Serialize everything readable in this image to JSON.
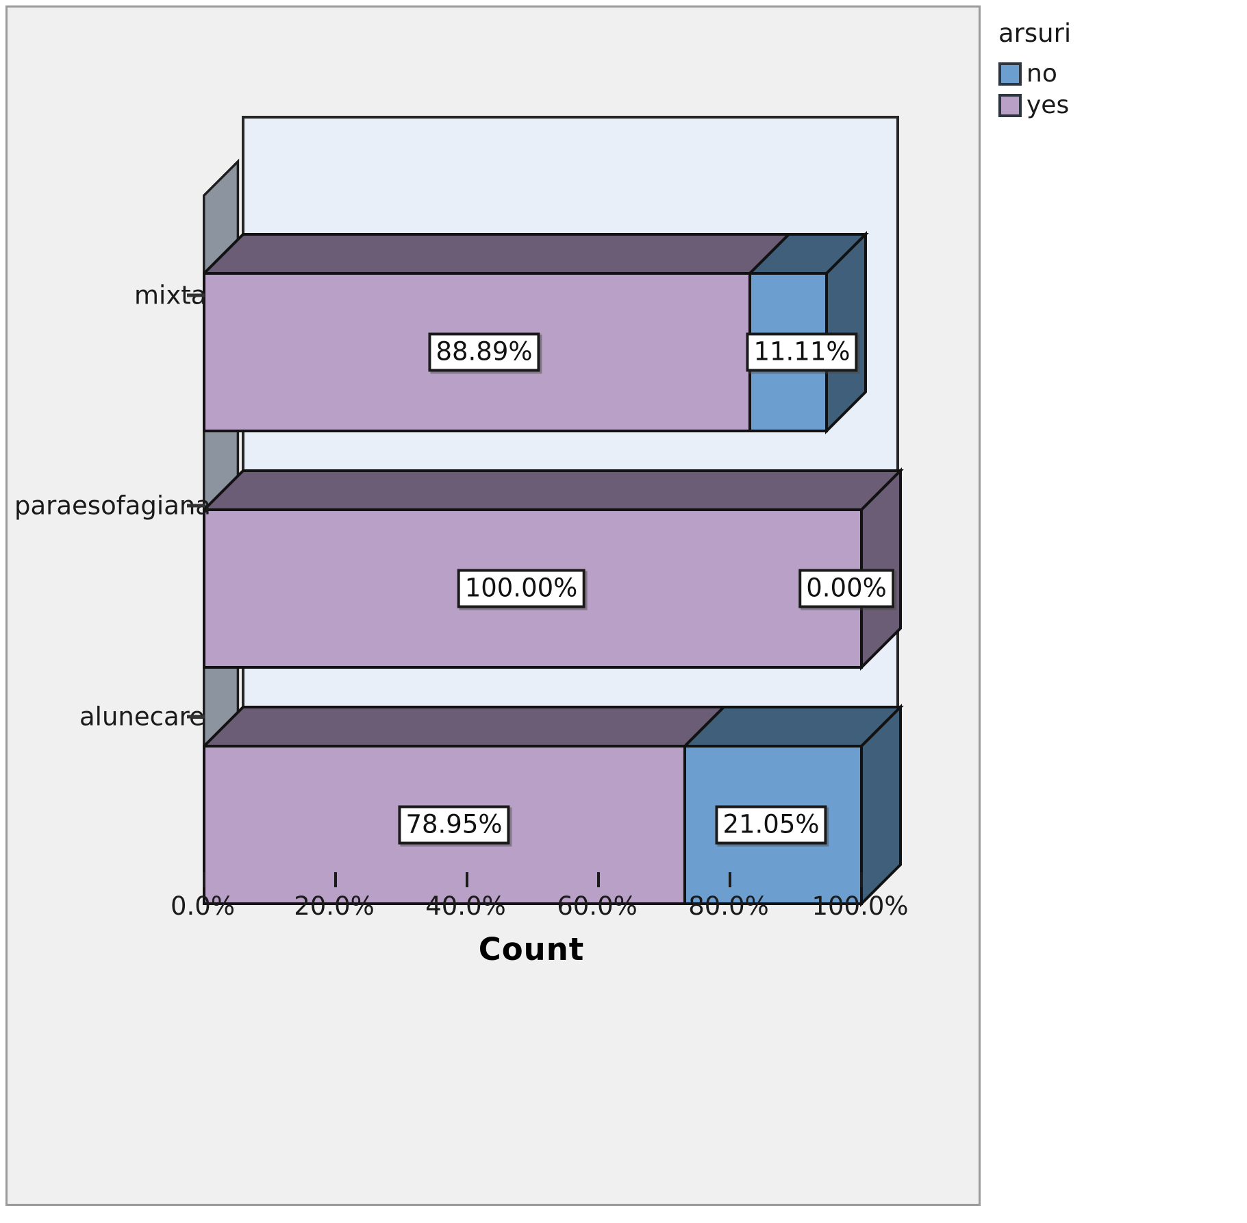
{
  "legend": {
    "title": "arsuri",
    "items": [
      {
        "label": "no",
        "color": "#6d9ed0"
      },
      {
        "label": "yes",
        "color": "#b9a0c6"
      }
    ]
  },
  "axes": {
    "x_title": "Count",
    "x_ticks": [
      "0.0%",
      "20.0%",
      "40.0%",
      "60.0%",
      "80.0%",
      "100.0%"
    ],
    "y_categories": [
      "mixta",
      "paraesofagiana",
      "alunecare"
    ]
  },
  "labels": {
    "mixta_yes": "88.89%",
    "mixta_no": "11.11%",
    "paraesofagiana_yes": "100.00%",
    "paraesofagiana_no": "0.00%",
    "alunecare_yes": "78.95%",
    "alunecare_no": "21.05%"
  },
  "chart_data": {
    "type": "bar",
    "orientation": "horizontal",
    "stacked": true,
    "percent_stacked": true,
    "three_d": true,
    "title": "",
    "xlabel": "Count",
    "ylabel": "",
    "xlim": [
      0,
      100
    ],
    "xticks": [
      0,
      20,
      40,
      60,
      80,
      100
    ],
    "xtick_labels": [
      "0.0%",
      "20.0%",
      "40.0%",
      "60.0%",
      "80.0%",
      "100.0%"
    ],
    "grid": false,
    "legend_title": "arsuri",
    "legend_position": "right",
    "categories": [
      "mixta",
      "paraesofagiana",
      "alunecare"
    ],
    "series": [
      {
        "name": "yes",
        "color": "#b9a0c6",
        "values": [
          88.89,
          100.0,
          78.95
        ]
      },
      {
        "name": "no",
        "color": "#6d9ed0",
        "values": [
          11.11,
          0.0,
          21.05
        ]
      }
    ],
    "data_labels": [
      {
        "category": "mixta",
        "series": "yes",
        "text": "88.89%"
      },
      {
        "category": "mixta",
        "series": "no",
        "text": "11.11%"
      },
      {
        "category": "paraesofagiana",
        "series": "yes",
        "text": "100.00%"
      },
      {
        "category": "paraesofagiana",
        "series": "no",
        "text": "0.00%"
      },
      {
        "category": "alunecare",
        "series": "yes",
        "text": "78.95%"
      },
      {
        "category": "alunecare",
        "series": "no",
        "text": "21.05%"
      }
    ],
    "colors": {
      "plot_back_wall": "#e9eff9",
      "floor": "#8c94a0",
      "left_wall": "#8c94a0",
      "frame_background": "#f0f0f0",
      "yes_face": "#b9a0c6",
      "yes_top": "#6b5d75",
      "yes_side": "#6b5d75",
      "no_face": "#6d9ed0",
      "no_top": "#3f5f7a",
      "no_side": "#3f5f7a",
      "outline": "#121212"
    }
  }
}
